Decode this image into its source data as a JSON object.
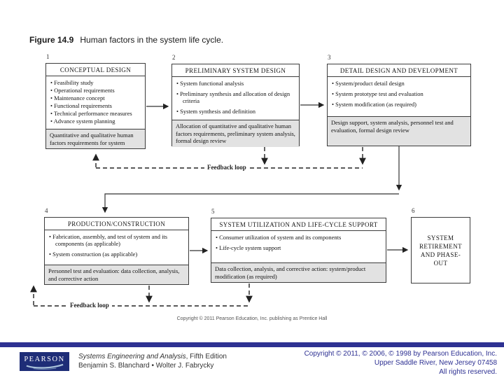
{
  "slide": {
    "title_label": "Figure 14.9",
    "title_text": "Human factors in the system life cycle."
  },
  "diagram": {
    "shaded_color": "#e2e2e2",
    "feedback_label": "Feedback loop",
    "copyright": "Copyright © 2011 Pearson Education, Inc. publishing as Prentice Hall",
    "boxes": [
      {
        "number": "1",
        "header": "CONCEPTUAL DESIGN",
        "bullets": [
          "Feasibility study",
          "Operational requirements",
          "Maintenance concept",
          "Functional requirements",
          "Technical performance measures",
          "Advance system planning"
        ],
        "shaded": "Quantitative and qualitative human factors requirements for system"
      },
      {
        "number": "2",
        "header": "PRELIMINARY SYSTEM DESIGN",
        "bullets": [
          "System functional analysis",
          "Preliminary synthesis and allocation of design criteria",
          "System synthesis and definition"
        ],
        "shaded": "Allocation of quantitative and qualitative human factors requirements, preliminary system analysis, formal design review"
      },
      {
        "number": "3",
        "header": "DETAIL DESIGN AND DEVELOPMENT",
        "bullets": [
          "System/product detail design",
          "System prototype test and evaluation",
          "System modification (as required)"
        ],
        "shaded": "Design support, system analysis, personnel test and evaluation, formal design review"
      },
      {
        "number": "4",
        "header": "PRODUCTION/CONSTRUCTION",
        "bullets": [
          "Fabrication, assembly, and test of system and its components (as applicable)",
          "System construction (as applicable)"
        ],
        "shaded": "Personnel test and evaluation: data collection, analysis, and corrective action"
      },
      {
        "number": "5",
        "header": "SYSTEM UTILIZATION AND LIFE-CYCLE SUPPORT",
        "bullets": [
          "Consumer utilization of system and its components",
          "Life-cycle system support"
        ],
        "shaded": "Data collection, analysis, and corrective action: system/product modification (as required)"
      },
      {
        "number": "6",
        "header": "SYSTEM RETIREMENT AND PHASE-OUT"
      }
    ]
  },
  "footer": {
    "accent_color": "#2e3192",
    "logo_text": "PEARSON",
    "book_title": "Systems Engineering and Analysis",
    "book_edition": ", Fifth Edition",
    "authors": "Benjamin S. Blanchard • Wolter J. Fabrycky",
    "copyright_line1": "Copyright © 2011, © 2006, © 1998 by Pearson Education, Inc.",
    "copyright_line2": "Upper Saddle River, New Jersey 07458",
    "copyright_line3": "All rights reserved."
  }
}
